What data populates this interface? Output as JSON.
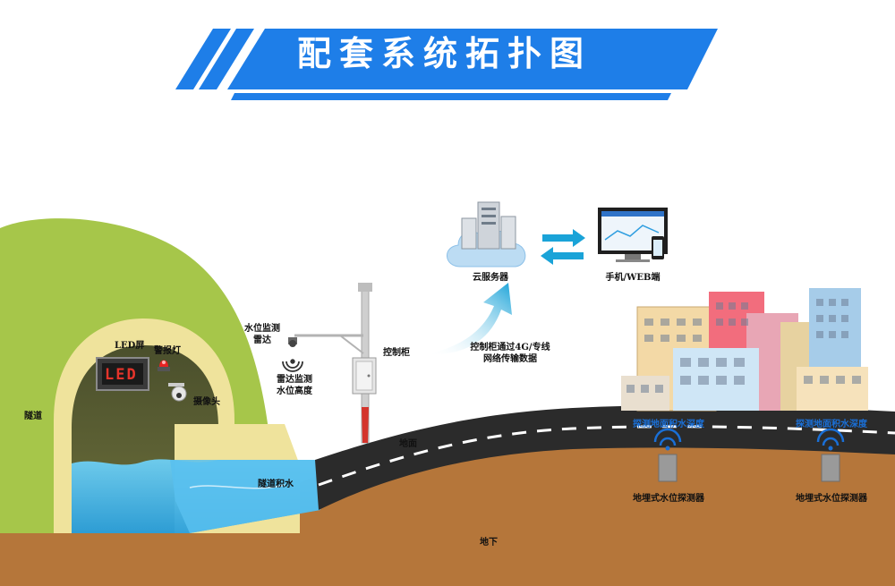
{
  "banner": {
    "title": "配套系统拓扑图"
  },
  "labels": {
    "led_screen": "LED屏",
    "led_text": "LED",
    "alarm_light": "警报灯",
    "camera": "摄像头",
    "tunnel": "隧道",
    "radar_top": [
      "水位监测",
      "雷达"
    ],
    "radar_bottom": [
      "雷达监测",
      "水位高度"
    ],
    "control_cabinet": "控制柜",
    "transmission": [
      "控制柜通过4G/专线",
      "网络传输数据"
    ],
    "cloud_server": "云服务器",
    "client": "手机/WEB端",
    "ground_surface": "地面",
    "tunnel_water": "隧道积水",
    "underground": "地下",
    "detect_depth_1": "探测地面积水深度",
    "detect_depth_2": "探测地面积水深度",
    "detector_1": "地埋式水位探测器",
    "detector_2": "地埋式水位探测器"
  },
  "colors": {
    "banner_blue": "#1e7ee8",
    "hill_green": "#a6c64a",
    "sand": "#efe39c",
    "soil": "#b5763a",
    "water": "#3fb3ea",
    "road": "#2b2b2b",
    "arrow_cyan": "#1aa3d8"
  }
}
